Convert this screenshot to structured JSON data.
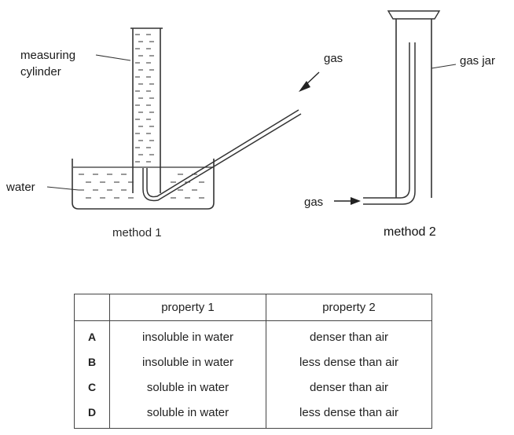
{
  "method1": {
    "label_measuring": "measuring",
    "label_cylinder": "cylinder",
    "label_gas": "gas",
    "label_water": "water",
    "caption": "method 1"
  },
  "method2": {
    "label_gas_jar": "gas jar",
    "label_gas": "gas",
    "caption": "method 2"
  },
  "table": {
    "headers": [
      "",
      "property 1",
      "property 2"
    ],
    "rows": [
      {
        "key": "A",
        "p1": "insoluble in water",
        "p2": "denser than air"
      },
      {
        "key": "B",
        "p1": "insoluble in water",
        "p2": "less dense than air"
      },
      {
        "key": "C",
        "p1": "soluble in water",
        "p2": "denser than air"
      },
      {
        "key": "D",
        "p1": "soluble in water",
        "p2": "less dense than air"
      }
    ]
  }
}
